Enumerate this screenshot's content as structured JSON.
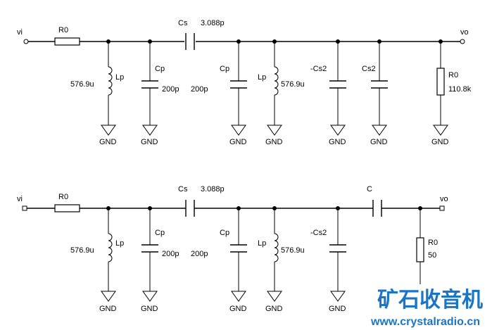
{
  "circuit_top": {
    "input_label": "vi",
    "output_label": "vo",
    "series_resistor": "R0",
    "series_cap_name": "Cs",
    "series_cap_value": "3.088p",
    "lp1_name": "Lp",
    "lp1_value": "576.9u",
    "cp1_name": "Cp",
    "cp1_value": "200p",
    "cp2_name": "Cp",
    "cp2_value": "200p",
    "lp2_name": "Lp",
    "lp2_value": "576.9u",
    "ncs2_name": "-Cs2",
    "cs2_name": "Cs2",
    "load_name": "R0",
    "load_value": "110.8k",
    "gnd": "GND"
  },
  "circuit_bottom": {
    "input_label": "vi",
    "output_label": "vo",
    "series_resistor": "R0",
    "series_cap_name": "Cs",
    "series_cap_value": "3.088p",
    "lp1_name": "Lp",
    "lp1_value": "576.9u",
    "cp1_name": "Cp",
    "cp1_value": "200p",
    "cp2_name": "Cp",
    "cp2_value": "200p",
    "lp2_name": "Lp",
    "lp2_value": "576.9u",
    "ncs2_name": "-Cs2",
    "out_cap_name": "C",
    "load_name": "R0",
    "load_value": "50",
    "gnd": "GND"
  },
  "watermark": {
    "cn": "矿石收音机",
    "url": "www.crystalradio.cn"
  },
  "colors": {
    "wire": "#000000",
    "watermark": "#1a76c4"
  }
}
